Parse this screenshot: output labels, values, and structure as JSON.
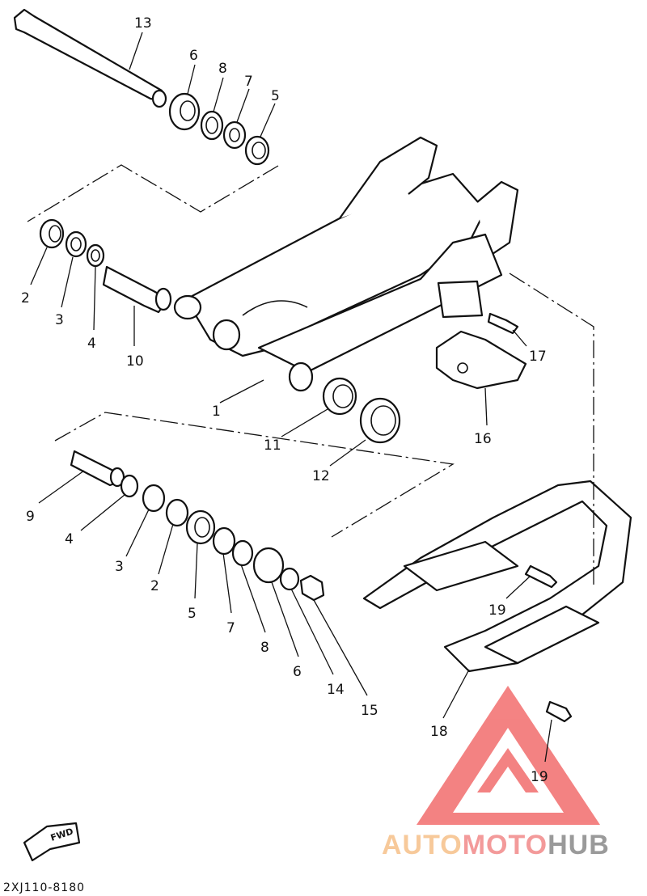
{
  "callouts": [
    {
      "id": "c13a",
      "label": "13"
    },
    {
      "id": "c6a",
      "label": "6"
    },
    {
      "id": "c8a",
      "label": "8"
    },
    {
      "id": "c7a",
      "label": "7"
    },
    {
      "id": "c5a",
      "label": "5"
    },
    {
      "id": "c2a",
      "label": "2"
    },
    {
      "id": "c3a",
      "label": "3"
    },
    {
      "id": "c4a",
      "label": "4"
    },
    {
      "id": "c10",
      "label": "10"
    },
    {
      "id": "c1",
      "label": "1"
    },
    {
      "id": "c11",
      "label": "11"
    },
    {
      "id": "c12",
      "label": "12"
    },
    {
      "id": "c16",
      "label": "16"
    },
    {
      "id": "c17",
      "label": "17"
    },
    {
      "id": "c9",
      "label": "9"
    },
    {
      "id": "c4b",
      "label": "4"
    },
    {
      "id": "c3b",
      "label": "3"
    },
    {
      "id": "c2b",
      "label": "2"
    },
    {
      "id": "c5b",
      "label": "5"
    },
    {
      "id": "c7b",
      "label": "7"
    },
    {
      "id": "c8b",
      "label": "8"
    },
    {
      "id": "c6b",
      "label": "6"
    },
    {
      "id": "c14",
      "label": "14"
    },
    {
      "id": "c15",
      "label": "15"
    },
    {
      "id": "c19a",
      "label": "19"
    },
    {
      "id": "c18",
      "label": "18"
    },
    {
      "id": "c19b",
      "label": "19"
    }
  ],
  "fwd_label": "FWD",
  "diagram_code": "2XJ110-8180",
  "watermark": {
    "part1": "AUTO",
    "part2": "MOTO",
    "part3": "HUB",
    "color_part1": "#f7c99a",
    "color_part2": "#f39a9a",
    "color_part3": "#9a9a9a",
    "logo_color": "#f26d6d"
  }
}
